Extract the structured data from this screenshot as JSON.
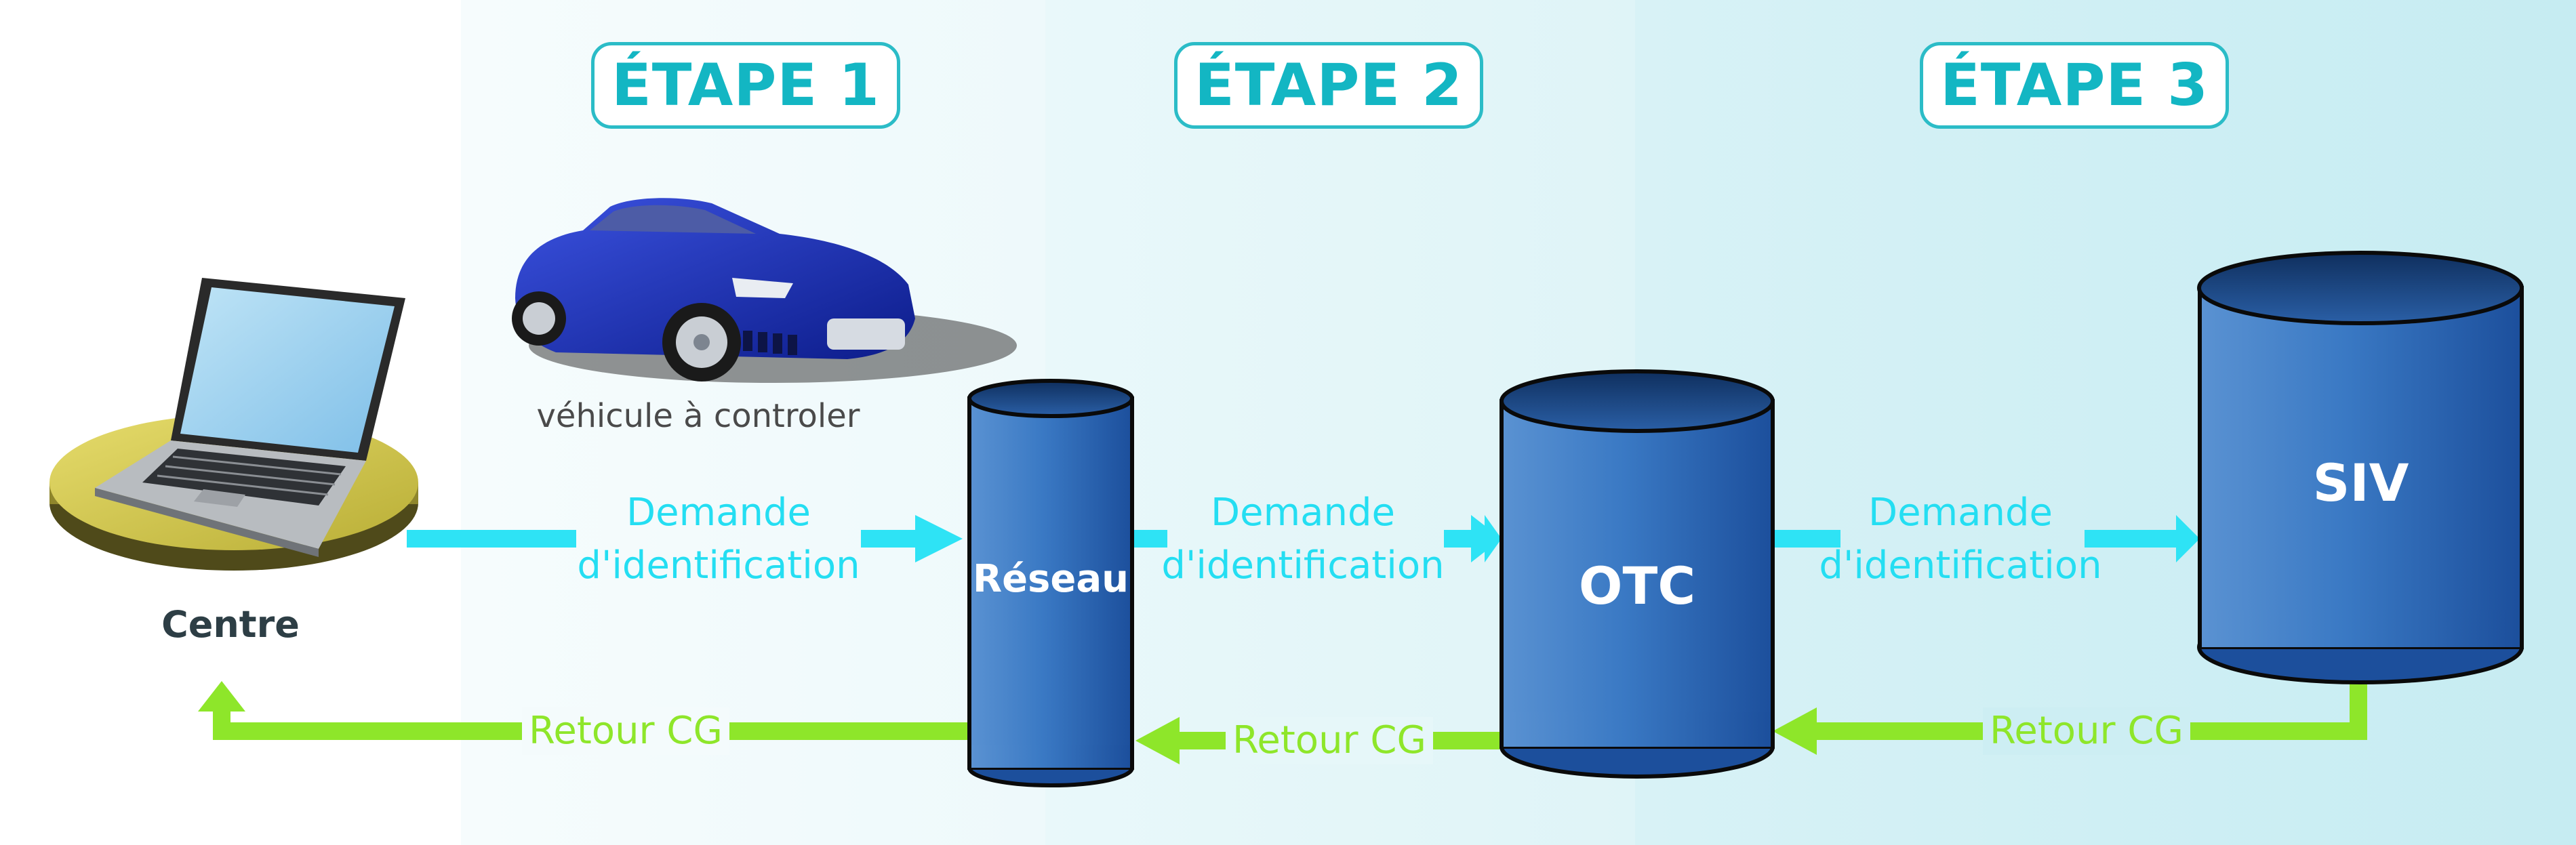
{
  "steps": [
    "ÉTAPE 1",
    "ÉTAPE 2",
    "ÉTAPE 3"
  ],
  "nodes": {
    "centre": "Centre",
    "vehicle_caption": "véhicule à controler",
    "reseau": "Réseau",
    "otc": "OTC",
    "siv": "SIV"
  },
  "flows": {
    "request": [
      "Demande",
      "d'identification"
    ],
    "return": "Retour CG"
  },
  "colors": {
    "step_text": "#13b6c3",
    "request_arrow": "#2ee3f5",
    "return_arrow": "#8ee62a",
    "database": "#2f68b8",
    "disc": "#c9c046"
  }
}
